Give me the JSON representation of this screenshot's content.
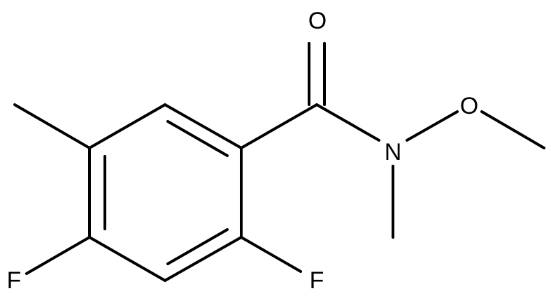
{
  "molecule": {
    "atoms": {
      "oxygen_carbonyl": "O",
      "oxygen_methoxy": "O",
      "nitrogen": "N",
      "fluorine_2": "F",
      "fluorine_4": "F"
    }
  }
}
